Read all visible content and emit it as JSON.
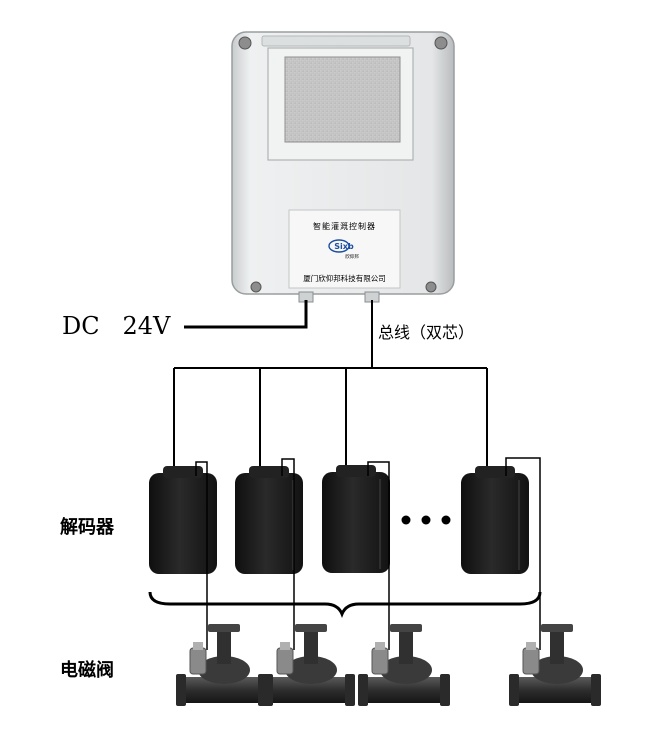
{
  "controller": {
    "panel_title": "智能灌溉控制器",
    "brand_mark": "Sixb",
    "brand_small": "欣仰邦",
    "company": "厦门欣仰邦科技有限公司"
  },
  "power": {
    "label": "DC   24V"
  },
  "bus": {
    "label": "总线（双芯）"
  },
  "decoders": {
    "label": "解码器",
    "count": 4,
    "ellipsis": "• • •"
  },
  "valves": {
    "label": "电磁阀",
    "count": 4
  },
  "colors": {
    "line": "#000000",
    "controller_body": "#e6e8e9",
    "decoder_body": "#1e1e1e",
    "valve_body": "#3a3a3a"
  }
}
